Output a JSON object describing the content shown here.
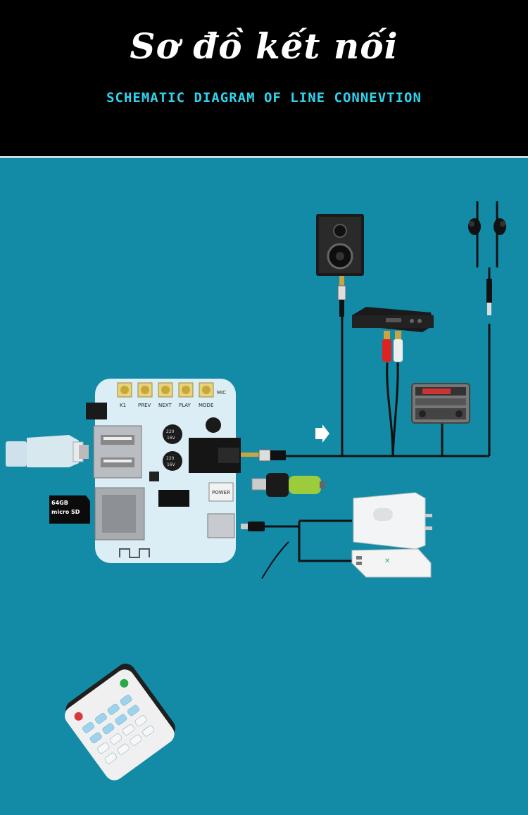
{
  "header": {
    "title": "Sơ đồ kết nối",
    "subtitle": "SCHEMATIC DIAGRAM OF LINE CONNEVTION"
  },
  "board": {
    "button_labels": [
      "K1",
      "PREV",
      "NEXT",
      "PLAY",
      "MODE"
    ],
    "cap_labels": [
      "220",
      "16V",
      "220",
      "16V"
    ],
    "power_label": "POWER",
    "mic_label": "MIC"
  },
  "sd_card": {
    "capacity": "64GB",
    "brand": "micro SD"
  },
  "colors": {
    "background": "#138aa6",
    "header": "#000000",
    "subtitle": "#2fd3ee",
    "board": "#dceef5",
    "cable": "#111111",
    "arrow": "#ffffff"
  },
  "icons": [
    "speaker-icon",
    "earphones-icon",
    "amplifier-icon",
    "car-radio-icon",
    "usb-dongle-icon",
    "micro-sd-card-icon",
    "car-charger-icon",
    "wall-charger-icon",
    "power-bank-icon",
    "remote-control-icon",
    "arrow-right-icon"
  ]
}
